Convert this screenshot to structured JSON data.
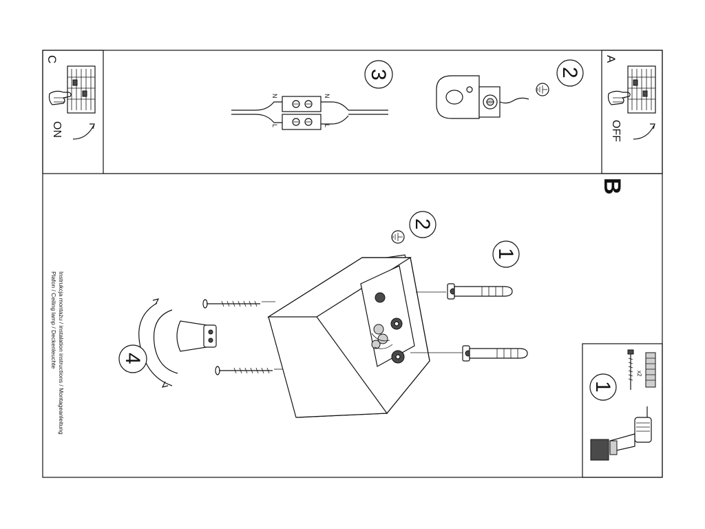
{
  "panels": {
    "a": {
      "letter": "A",
      "state": "OFF"
    },
    "b": {
      "letter": "B"
    },
    "c": {
      "letter": "C",
      "state": "ON"
    }
  },
  "steps": {
    "step1_tools": {
      "number": "1",
      "quantity": "x2"
    },
    "step2_ground": {
      "number": "2"
    },
    "step3_wiring": {
      "number": "3",
      "terminal_n": "N",
      "terminal_l": "L"
    },
    "step1_main": {
      "number": "1"
    },
    "step2_main": {
      "number": "2"
    },
    "step4_main": {
      "number": "4"
    }
  },
  "caption": {
    "line1": "Instrukcja montażu / instalation instructions / Montageanleitung",
    "line2": "Plafon / Ceiling lamp / Deckenleuchte"
  }
}
